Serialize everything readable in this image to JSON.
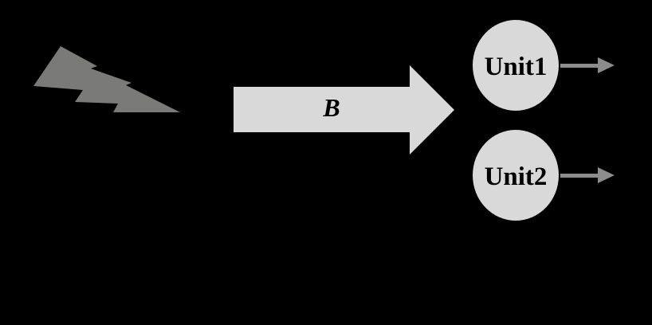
{
  "diagram": {
    "background_color": "#000000",
    "lightning": {
      "icon": "lightning-bolt-icon",
      "color": "#7a7a78"
    },
    "field_arrow": {
      "label": "B",
      "color": "#d9d9d9"
    },
    "units": [
      {
        "label": "Unit1"
      },
      {
        "label": "Unit2"
      }
    ],
    "unit_color": "#d9d9d9",
    "output_arrow_color": "#8c8c8c"
  }
}
